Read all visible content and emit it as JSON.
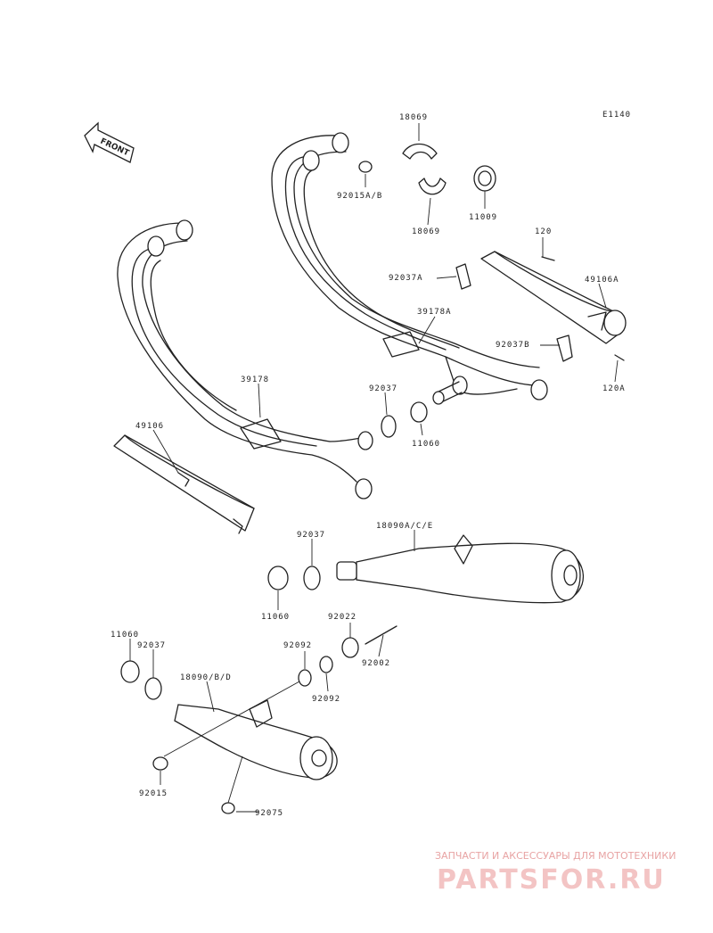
{
  "diagram": {
    "code": "E1140",
    "front_label": "FRONT",
    "labels": {
      "l18069_top": "18069",
      "l18069_bottom": "18069",
      "l92015ab": "92015A/B",
      "l11009": "11009",
      "l120": "120",
      "l92037a": "92037A",
      "l49106a": "49106A",
      "l39178a": "39178A",
      "l92037b": "92037B",
      "l120a": "120A",
      "l39178": "39178",
      "l92037_mid": "92037",
      "l11060_mid": "11060",
      "l49106": "49106",
      "l18090ace": "18090A/C/E",
      "l92037_low": "92037",
      "l11060_low": "11060",
      "l92022": "92022",
      "l92002": "92002",
      "l92092_a": "92092",
      "l92092_b": "92092",
      "l11060_left": "11060",
      "l92037_left": "92037",
      "l18090bd": "18090/B/D",
      "l92015": "92015",
      "l92075": "92075"
    }
  },
  "watermark": {
    "subtitle": "ЗАПЧАСТИ И АКСЕССУАРЫ ДЛЯ МОТОТЕХНИКИ",
    "brand": "PARTSFOR.RU"
  }
}
